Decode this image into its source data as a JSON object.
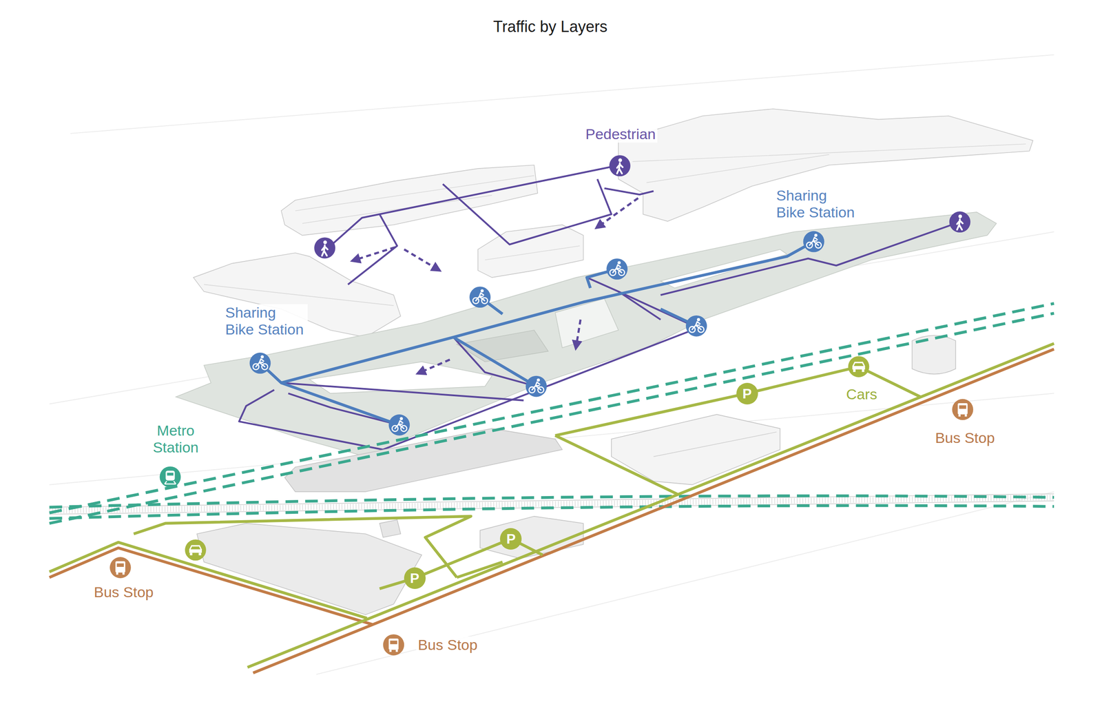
{
  "diagram": {
    "title": "Traffic by Layers",
    "nodes": [
      {
        "text": [
          "P"
        ]
      },
      {
        "text": [
          "P"
        ]
      },
      {
        "text": [
          "P"
        ]
      }
    ],
    "labels": [
      "Pedestrian",
      "Sharing Bike Station",
      "Sharing Bike Station",
      "Cars",
      "Bus Stop",
      "Metro Station",
      "Bus Stop",
      "Bus Stop"
    ]
  }
}
